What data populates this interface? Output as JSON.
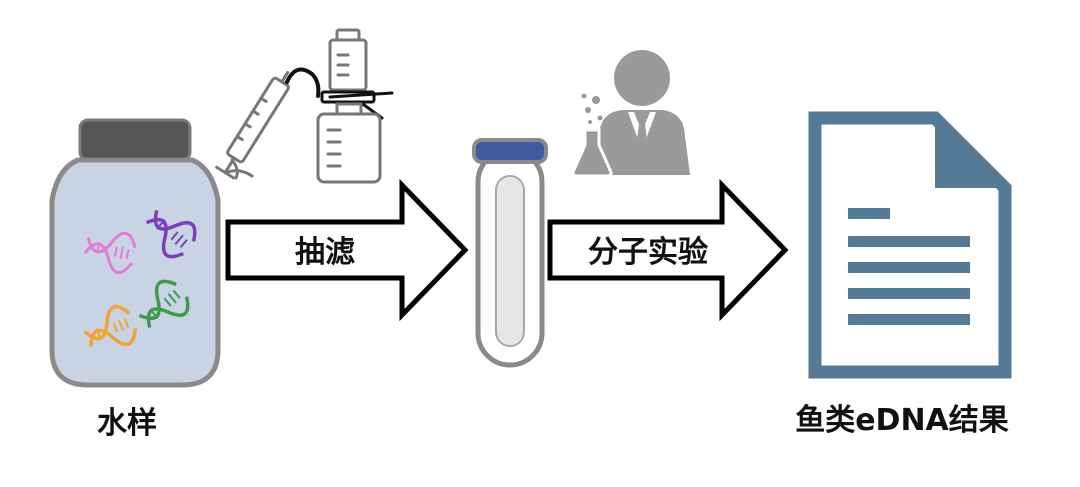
{
  "labels": {
    "water_sample": "水样",
    "filtration": "抽滤",
    "molecular_experiment": "分子实验",
    "result": "鱼类eDNA结果"
  },
  "colors": {
    "jar_body": "#c8d3e4",
    "jar_outline": "#8a8a8a",
    "jar_lid": "#555555",
    "tube_cap": "#3f5aa0",
    "tube_outline": "#8a8a8a",
    "document": "#557a96",
    "scientist": "#9a9a9a",
    "arrow_fill": "#ffffff",
    "arrow_stroke": "#000000",
    "dna_pink": "#e27ad6",
    "dna_purple": "#7d3fb5",
    "dna_green": "#3f9a4d",
    "dna_orange": "#f0a33a"
  },
  "icons": [
    "sample-jar-icon",
    "dna-icon",
    "syringe-filter-icon",
    "test-tube-icon",
    "scientist-icon",
    "document-icon"
  ]
}
